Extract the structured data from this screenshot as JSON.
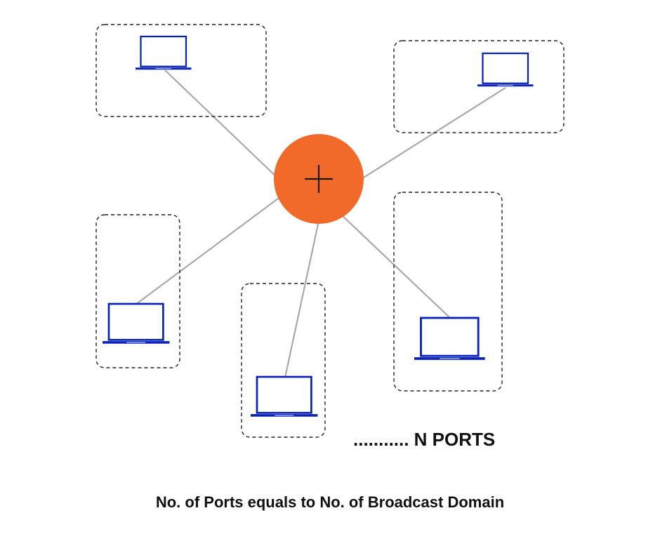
{
  "diagram": {
    "ports_label": "........... N PORTS",
    "caption": "No. of Ports equals to No. of Broadcast Domain",
    "hub_icon": "plus-icon",
    "device_icon": "laptop-icon",
    "domain_count": 5
  },
  "colors": {
    "hub": "#F26A2A",
    "laptop": "#0A23B5",
    "link": "#A9A9A9",
    "boundary": "#222222"
  }
}
